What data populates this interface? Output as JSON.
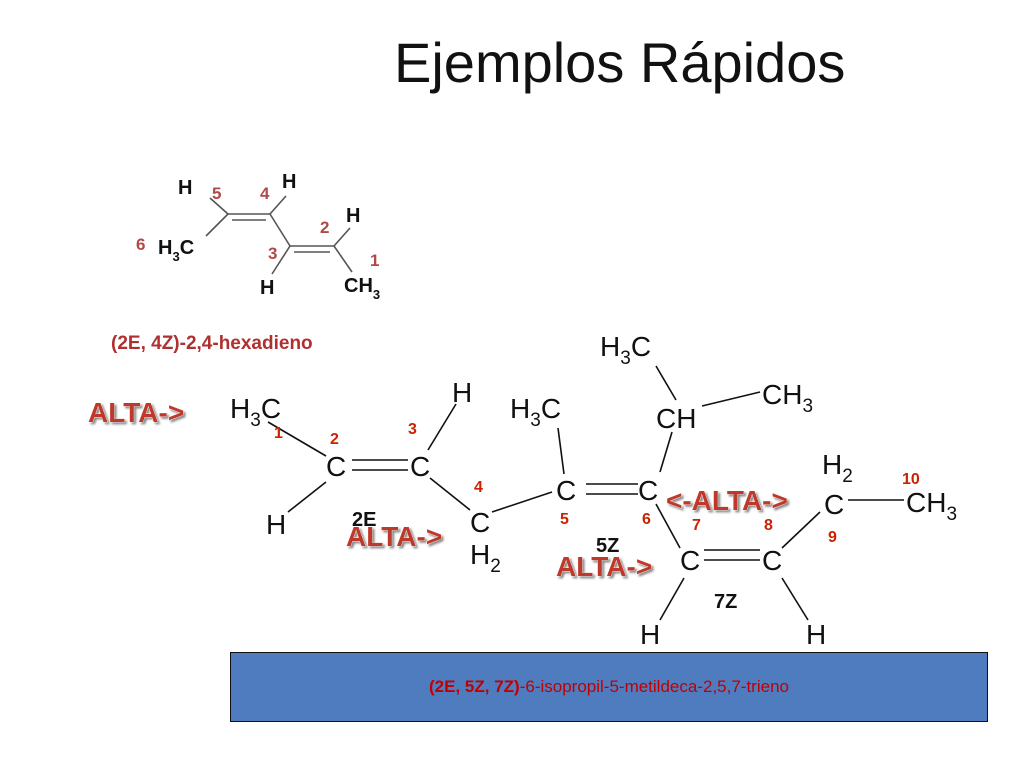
{
  "slide": {
    "title": "Ejemplos Rápidos"
  },
  "molecule1": {
    "atoms": {
      "h5": "H",
      "h4": "H",
      "h2": "H",
      "ch3_c6": "H",
      "ch3_c6_sub": "3",
      "ch3_c6_c": "C",
      "h3": "H",
      "ch3_c1": "CH",
      "ch3_c1_sub": "3"
    },
    "numbers": {
      "n5": "5",
      "n4": "4",
      "n2": "2",
      "n6": "6",
      "n3": "3",
      "n1": "1"
    },
    "name": "(2E, 4Z)-2,4-hexadieno"
  },
  "molecule2": {
    "atoms": {
      "h3c_a": "H",
      "h3c_a_sub": "3",
      "h3c_a_c": "C",
      "h_c3": "H",
      "c2": "C",
      "c3": "C",
      "h_c2": "H",
      "c4": "C",
      "h2_c4": "H",
      "h2_c4_sub": "2",
      "h3c_b": "H",
      "h3c_b_sub": "3",
      "h3c_b_c": "C",
      "c5": "C",
      "c6": "C",
      "h3c_c": "H",
      "h3c_c_sub": "3",
      "h3c_c_c": "C",
      "ch": "CH",
      "ch3_top": "CH",
      "ch3_top_sub": "3",
      "h2_c9": "H",
      "h2_c9_sub": "2",
      "c9": "C",
      "ch3_c10": "CH",
      "ch3_c10_sub": "3",
      "c7": "C",
      "c8": "C",
      "h_c7": "H",
      "h_c8": "H"
    },
    "numbers": {
      "n1": "1",
      "n2": "2",
      "n3": "3",
      "n4": "4",
      "n5": "5",
      "n6": "6",
      "n7": "7",
      "n8": "8",
      "n9": "9",
      "n10": "10"
    },
    "stereo_labels": {
      "e2": "2E",
      "z5": "5Z",
      "z7": "7Z"
    },
    "alta_labels": {
      "alta1": "ALTA->",
      "alta2": "ALTA->",
      "alta3": "<-ALTA->",
      "alta4": "ALTA->"
    },
    "name": {
      "stereo": "(2E, 5Z, 7Z)",
      "rest": "-6-isopropil-5-metildeca-2,5,7-trieno"
    }
  },
  "colors": {
    "number_red": "#cc2200",
    "alta_red": "#c0392b",
    "name_box_fill": "#4f7cbf",
    "name_text": "#c00000"
  }
}
